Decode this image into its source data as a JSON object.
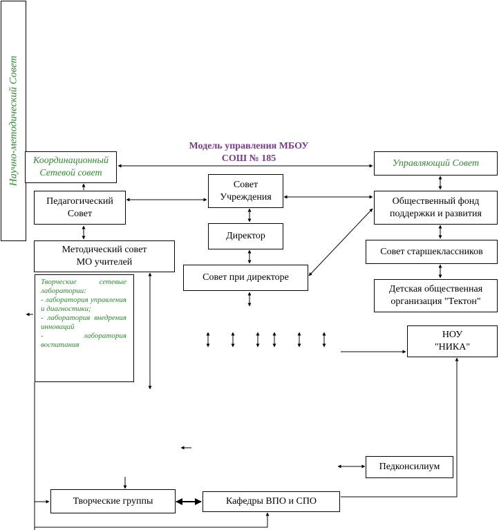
{
  "title": {
    "line1": "Модель управления МБОУ",
    "line2": "СОШ № 185"
  },
  "nodes": {
    "nms": "Научно-методический Совет",
    "koord_1": "Координационный",
    "koord_2": "Сетевой совет",
    "uprav": "Управляющий  Совет",
    "sovet_uchr_1": "Совет",
    "sovet_uchr_2": "Учреждения",
    "ped_1": "Педагогический",
    "ped_2": "Совет",
    "fond_1": "Общественный фонд",
    "fond_2": "поддержки и развития",
    "director": "Директор",
    "metod_1": "Методический совет",
    "metod_2": "МО учителей",
    "starsh": "Совет старшеклассников",
    "pri_dir": "Совет при директоре",
    "tekton_1": "Детская общественная",
    "tekton_2": "организация \"Тектон\"",
    "nou_1": "НОУ",
    "nou_2": "\"НИКА\"",
    "pedkons": "Педконсилиум",
    "tvorch": "Творческие группы",
    "kafedry": "Кафедры ВПО и СПО"
  },
  "labs": [
    "Творческие сетевые лаборатории:",
    "- лаборатория управления и диагностики;",
    "- лаборатория внедрения инноваций",
    "- лаборатория воспитания"
  ],
  "colors": {
    "green": "#2f8a2f",
    "purple": "#7a3a8c",
    "line": "#000000"
  }
}
